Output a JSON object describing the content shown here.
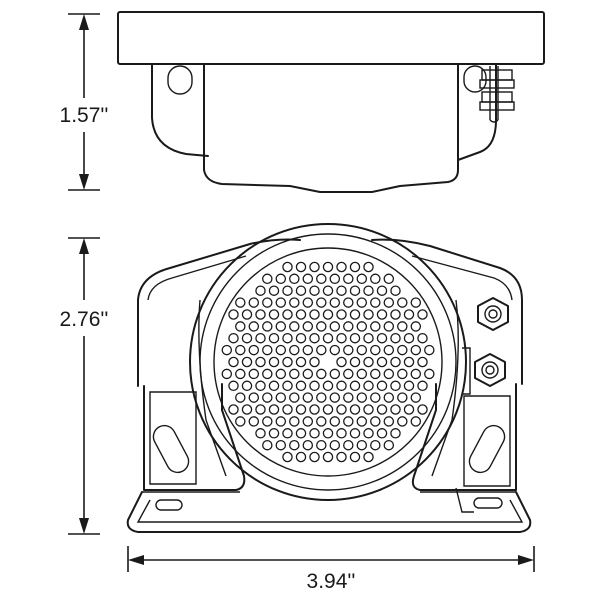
{
  "dimensions": {
    "height_top_view": "1.57''",
    "height_front_view": "2.76''",
    "width": "3.94''"
  }
}
